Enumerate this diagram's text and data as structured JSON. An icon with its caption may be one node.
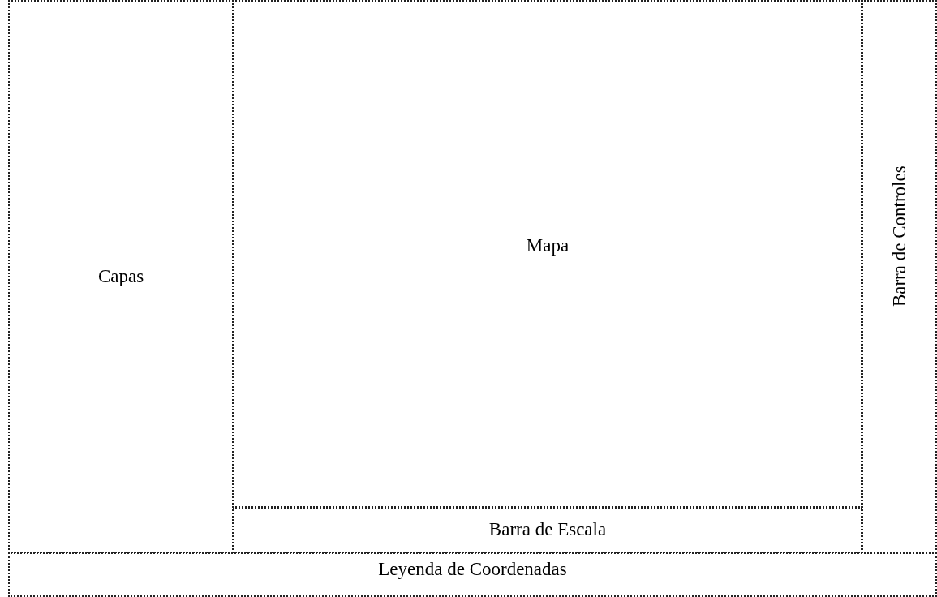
{
  "diagram": {
    "nodes": [
      {
        "text": [
          "Capas"
        ]
      },
      {
        "text": [
          "Mapa"
        ]
      },
      {
        "text": [
          "Barra de Escala"
        ]
      },
      {
        "text": [
          "Barra de Controles"
        ]
      },
      {
        "text": [
          "Leyenda de Coordenadas"
        ]
      }
    ]
  }
}
